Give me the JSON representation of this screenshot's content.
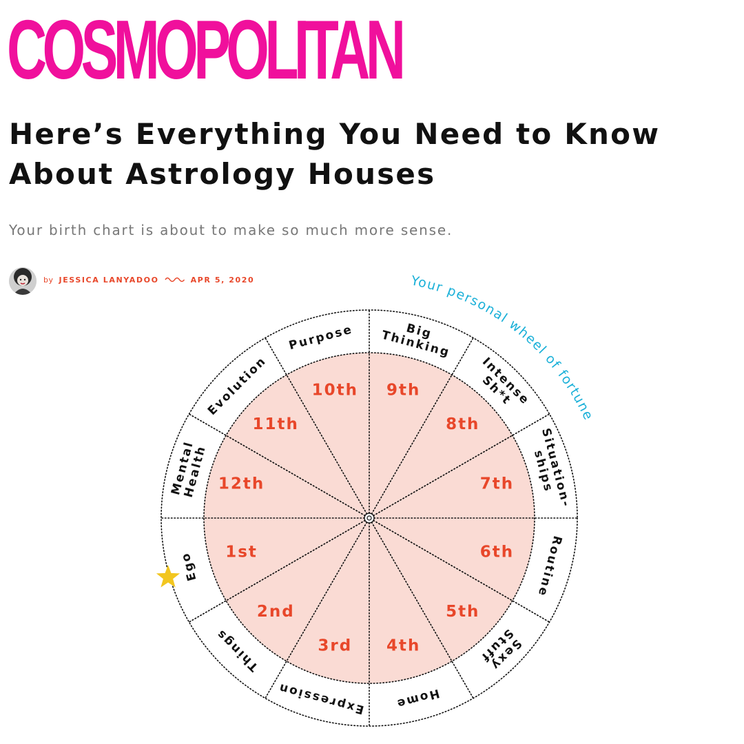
{
  "brand": {
    "logo": "COSMOPOLITAN",
    "color": "#f0109c"
  },
  "article": {
    "headline": "Here’s Everything You Need to Know About Astrology Houses",
    "subtitle": "Your birth chart is about to make so much more sense.",
    "byline": {
      "prefix": "by",
      "author": "JESSICA LANYADOO",
      "date": "APR 5, 2020"
    }
  },
  "wheel": {
    "caption": "Your personal wheel of fortune",
    "houses": [
      "1st",
      "2nd",
      "3rd",
      "4th",
      "5th",
      "6th",
      "7th",
      "8th",
      "9th",
      "10th",
      "11th",
      "12th"
    ],
    "themes": [
      [
        "Ego"
      ],
      [
        "Things"
      ],
      [
        "Expression"
      ],
      [
        "Home"
      ],
      [
        "Sexy",
        "Stuff"
      ],
      [
        "Routine"
      ],
      [
        "Situation-",
        "ships"
      ],
      [
        "Intense",
        "Sh*t"
      ],
      [
        "Big",
        "Thinking"
      ],
      [
        "Purpose"
      ],
      [
        "Evolution"
      ],
      [
        "Mental",
        "Health"
      ]
    ],
    "colors": {
      "inner_fill": "#fadbd4",
      "house_label": "#e8472a",
      "caption": "#1ab0d8",
      "star": "#f2c61f"
    },
    "marker_icon": "star-icon"
  }
}
